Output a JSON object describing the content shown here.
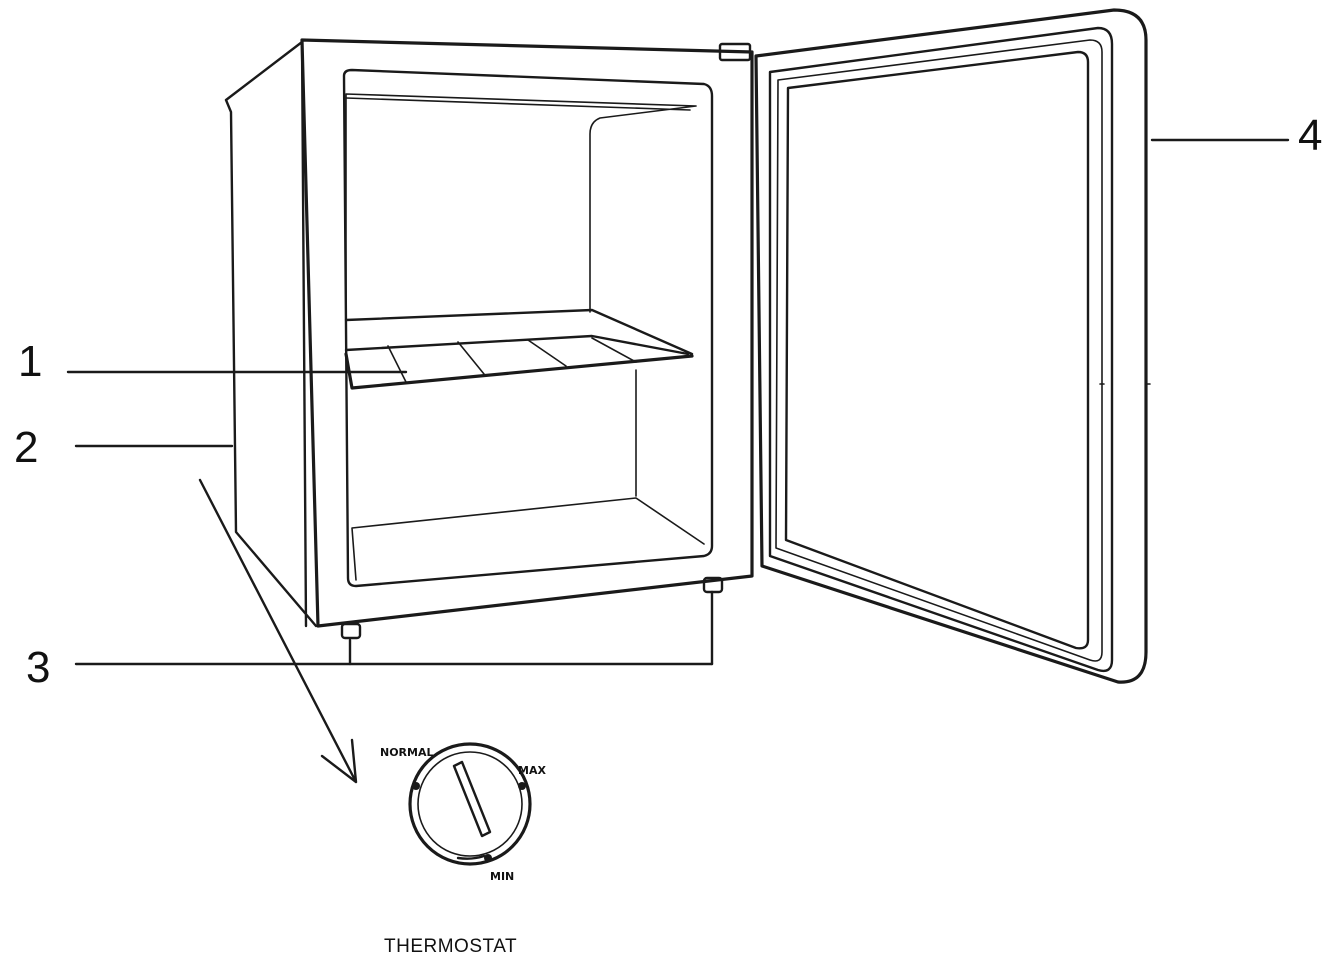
{
  "callouts": [
    {
      "id": "1",
      "label": "1"
    },
    {
      "id": "2",
      "label": "2"
    },
    {
      "id": "3",
      "label": "3"
    },
    {
      "id": "4",
      "label": "4"
    }
  ],
  "thermostat": {
    "caption": "THERMOSTAT",
    "labels": {
      "normal": "NORMAL",
      "max": "MAX",
      "min": "MIN"
    }
  },
  "colors": {
    "line": "#1a1a1a",
    "background": "#ffffff"
  }
}
